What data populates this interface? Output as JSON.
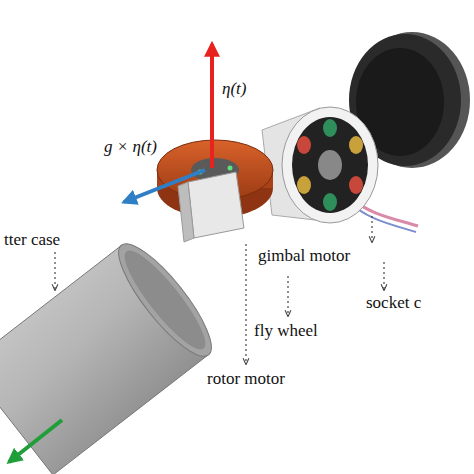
{
  "diagram": {
    "labels": [
      "η(t)",
      "g × η(t)",
      "tter case",
      "gimbal motor",
      "socket c",
      "fly wheel",
      "rotor motor"
    ]
  }
}
